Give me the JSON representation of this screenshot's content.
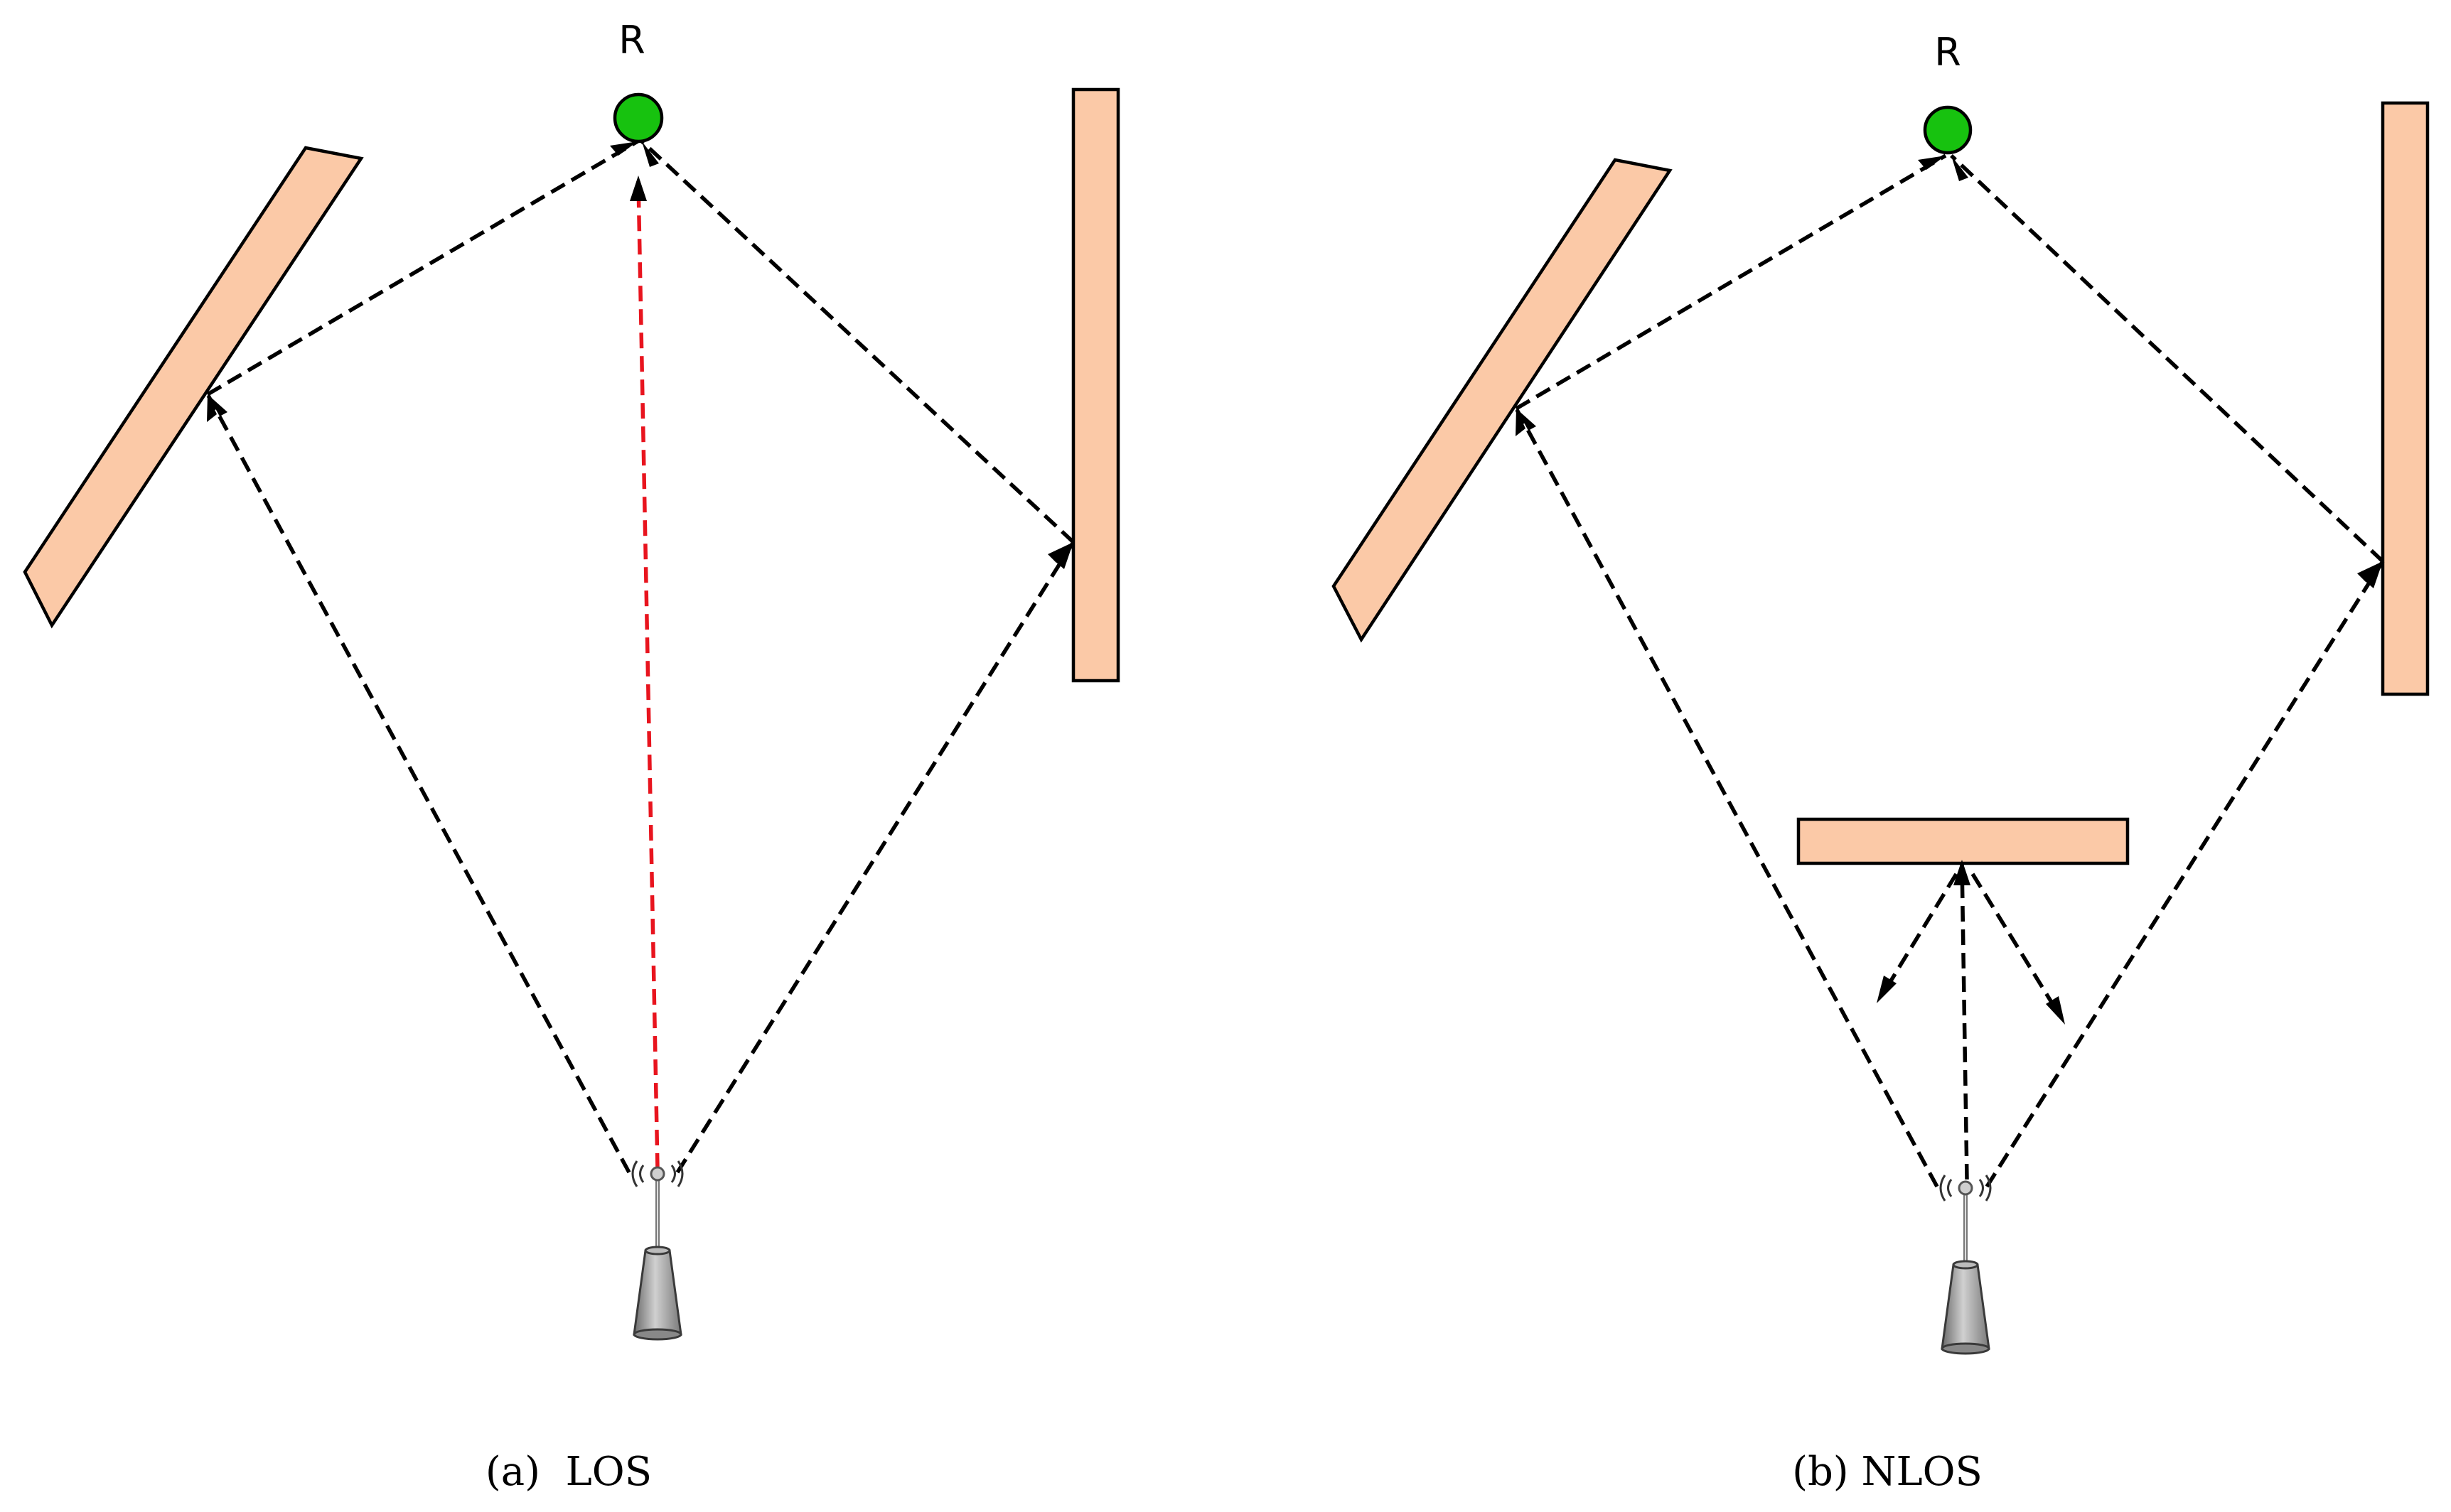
{
  "panels": {
    "a": {
      "caption": "(a)  LOS",
      "receiver_label": "R"
    },
    "b": {
      "caption": "(b) NLOS",
      "receiver_label": "R"
    }
  },
  "colors": {
    "wall": "#fbc9a7",
    "receiver": "#17c20f",
    "los_ray": "#e8141e",
    "ray": "#000000",
    "antenna": "#9a9a9a"
  },
  "icons": {
    "transmitter": "antenna-tower-icon",
    "receiver": "receiver-dot-icon"
  }
}
